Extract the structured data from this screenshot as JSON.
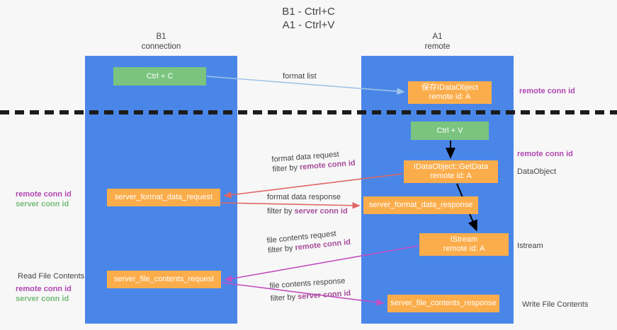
{
  "title": "B1 - Ctrl+C\nA1 - Ctrl+V",
  "lanes": {
    "left": {
      "header": "B1\nconnection",
      "color": "#4a86e8"
    },
    "right": {
      "header": "A1\nremote",
      "color": "#4a86e8"
    }
  },
  "colors": {
    "lane": "#4a86e8",
    "green_box": "#7bc47f",
    "orange_box": "#fbad4b",
    "remote_conn_id": "#b146b1",
    "server_conn_id": "#74bb77",
    "arrow_blue": "#9fc5e8",
    "arrow_red": "#e06666",
    "arrow_magenta": "#c24ec2",
    "arrow_black": "#000000",
    "divider": "#1c1c1c",
    "text": "#434343",
    "background": "#f7f7f7"
  },
  "boxes": {
    "ctrl_c": "Ctrl + C",
    "ctrl_v": "Ctrl + V",
    "save_idataobject": "保存IDataObject\nremote id: A",
    "idataobject_getdata": "IDataObject::GetData\nremote id: A",
    "istream": "IStream\nremote id: A",
    "server_format_data_request": "server_format_data_request",
    "server_format_data_response": "server_format_data_response",
    "server_file_contents_request": "server_file_contents_request",
    "server_file_contents_response": "server_file_contents_response"
  },
  "annotations": {
    "format_list": "format list",
    "format_data_request": "format data request",
    "format_data_request_filter_prefix": "filter by ",
    "format_data_request_filter_key": "remote conn id",
    "format_data_response": "format data response",
    "format_data_response_filter_prefix": "filter by ",
    "format_data_response_filter_key": "server conn id",
    "file_contents_request": "file contents request",
    "file_contents_request_filter_prefix": "filter by ",
    "file_contents_request_filter_key": "remote conn id",
    "file_contents_response": "file contents response",
    "file_contents_response_filter_prefix": "filter by ",
    "file_contents_response_filter_key": "server conn id"
  },
  "side_labels": {
    "remote_conn_id_top": "remote conn id",
    "remote_conn_id_mid": "remote conn id",
    "data_object": "DataObject",
    "istream": "Istream",
    "write_file_contents": "Write File Contents",
    "read_file_contents": "Read File Contents",
    "remote_conn_id": "remote conn id",
    "server_conn_id": "server conn id"
  }
}
